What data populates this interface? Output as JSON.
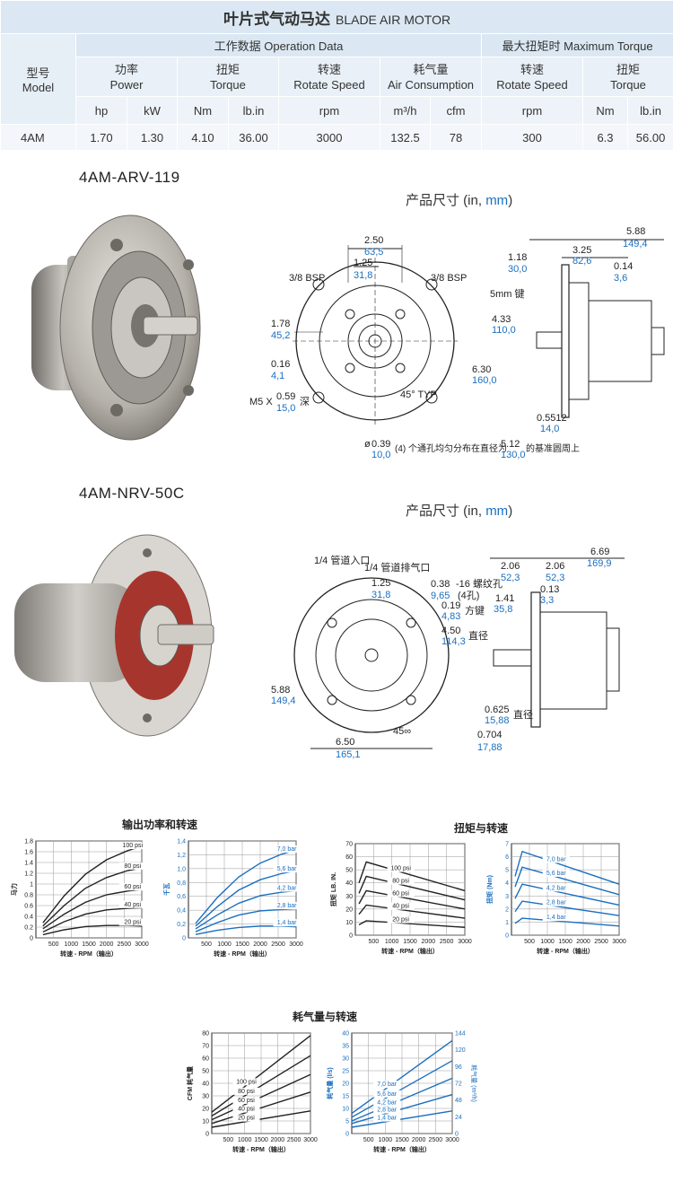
{
  "spec_table": {
    "title_zh": "叶片式气动马达",
    "title_en": "BLADE AIR MOTOR",
    "model_zh": "型号",
    "model_en": "Model",
    "operation_data": "工作数据 Operation Data",
    "max_torque": "最大扭矩时 Maximum Torque",
    "groups": [
      {
        "zh": "功率",
        "en": "Power"
      },
      {
        "zh": "扭矩",
        "en": "Torque"
      },
      {
        "zh": "转速",
        "en": "Rotate Speed"
      },
      {
        "zh": "耗气量",
        "en": "Air Consumption"
      },
      {
        "zh": "转速",
        "en": "Rotate Speed"
      },
      {
        "zh": "扭矩",
        "en": "Torque"
      }
    ],
    "units": [
      "hp",
      "kW",
      "Nm",
      "lb.in",
      "rpm",
      "m³/h",
      "cfm",
      "rpm",
      "Nm",
      "lb.in"
    ],
    "row": {
      "model": "4AM",
      "values": [
        "1.70",
        "1.30",
        "4.10",
        "36.00",
        "3000",
        "132.5",
        "78",
        "300",
        "6.3",
        "56.00"
      ]
    }
  },
  "models": [
    {
      "name": "4AM-ARV-119",
      "dim_label": "产品尺寸 (in, ",
      "dim_unit": "mm",
      "dim_close": ")",
      "front": {
        "w_in": "2.50",
        "w_mm": "63,5",
        "h_in": "1.25",
        "h_mm": "31,8",
        "port_l": "3/8 BSP",
        "port_r": "3/8 BSP",
        "d1_in": "1.78",
        "d1_mm": "45,2",
        "d2_in": "0.16",
        "d2_mm": "4,1",
        "m5": "M5 X",
        "m5_in": "0.59",
        "m5_mm": "15,0",
        "m5_deep": "深",
        "angle": "45° TYP",
        "note_prefix": "ø",
        "hole_in": "0.39",
        "hole_mm": "10,0",
        "note_mid": "(4) 个通孔均匀分布在直径为",
        "pcd_in": "5.12",
        "pcd_mm": "130,0",
        "note_end": "的基准圆周上"
      },
      "side": {
        "l_in": "5.88",
        "l_mm": "149,4",
        "a_in": "3.25",
        "a_mm": "82,6",
        "b_in": "1.18",
        "b_mm": "30,0",
        "c_in": "0.14",
        "c_mm": "3,6",
        "key": "5mm 键",
        "d1_in": "4.33",
        "d1_mm": "110,0",
        "d2_in": "6.30",
        "d2_mm": "160,0",
        "shaft_in": "0.5512",
        "shaft_mm": "14,0"
      }
    },
    {
      "name": "4AM-NRV-50C",
      "dim_label": "产品尺寸 (in, ",
      "dim_unit": "mm",
      "dim_close": ")",
      "front": {
        "inlet": "1/4 管道入口",
        "exhaust": "1/4 管道排气口",
        "h_in": "1.25",
        "h_mm": "31,8",
        "thread_in": "0.38",
        "thread_txt": "-16 螺纹孔",
        "thread_mm": "9,65",
        "thread_n": "(4孔)",
        "d_in": "5.88",
        "d_mm": "149,4",
        "w_in": "6.50",
        "w_mm": "165,1",
        "angle": "45∞"
      },
      "side": {
        "l_in": "6.69",
        "l_mm": "169,9",
        "a_in": "2.06",
        "a_mm": "52,3",
        "b_in": "2.06",
        "b_mm": "52,3",
        "c_in": "0.13",
        "c_mm": "3,3",
        "e_in": "1.41",
        "e_mm": "35,8",
        "key_in": "0.19",
        "key_mm": "4,83",
        "key_txt": "方键",
        "pilot_in": "4.50",
        "pilot_mm": "114,3",
        "pilot_txt": "直径",
        "shaft_in": "0.625",
        "shaft_mm": "15,88",
        "shaft_txt": "直径",
        "f_in": "0.704",
        "f_mm": "17,88"
      }
    }
  ],
  "chart_titles": {
    "power": "输出功率和转速",
    "torque": "扭矩与转速",
    "air": "耗气量与转速"
  },
  "chart_data": [
    {
      "type": "line",
      "ylabel": "马力",
      "xlabel": "转速 - RPM（输出）",
      "x_ticks": [
        500,
        1000,
        1500,
        2000,
        2500,
        3000
      ],
      "y_ticks": [
        "0",
        "0.2",
        "0.4",
        "0.6",
        "0.8",
        "1",
        "1.2",
        "1.4",
        "1.6",
        "1.8"
      ],
      "xlim": [
        0,
        3000
      ],
      "ylim": [
        0,
        1.8
      ],
      "color": "#222222",
      "series": [
        {
          "name": "100 psi",
          "x": [
            200,
            800,
            1400,
            2000,
            2600,
            3000
          ],
          "y": [
            0.28,
            0.78,
            1.18,
            1.45,
            1.62,
            1.7
          ]
        },
        {
          "name": "80 psi",
          "x": [
            200,
            800,
            1400,
            2000,
            2600,
            3000
          ],
          "y": [
            0.22,
            0.6,
            0.92,
            1.12,
            1.25,
            1.3
          ]
        },
        {
          "name": "60 psi",
          "x": [
            200,
            800,
            1400,
            2000,
            2600,
            3000
          ],
          "y": [
            0.17,
            0.44,
            0.66,
            0.8,
            0.87,
            0.9
          ]
        },
        {
          "name": "40 psi",
          "x": [
            200,
            800,
            1400,
            2000,
            2600,
            3000
          ],
          "y": [
            0.11,
            0.3,
            0.44,
            0.52,
            0.55,
            0.56
          ]
        },
        {
          "name": "20 psi",
          "x": [
            200,
            800,
            1400,
            2000,
            2600,
            3000
          ],
          "y": [
            0.06,
            0.15,
            0.21,
            0.23,
            0.23,
            0.22
          ]
        }
      ]
    },
    {
      "type": "line",
      "ylabel": "千瓦",
      "xlabel": "转速 - RPM（输出）",
      "x_ticks": [
        500,
        1000,
        1500,
        2000,
        2500,
        3000
      ],
      "y_ticks": [
        "0",
        "0,2",
        "0,4",
        "0,6",
        "0,8",
        "1,0",
        "1,2",
        "1,4"
      ],
      "xlim": [
        0,
        3000
      ],
      "ylim": [
        0,
        1.4
      ],
      "color": "#1a6fc0",
      "series": [
        {
          "name": "7,0 bar",
          "x": [
            200,
            800,
            1400,
            2000,
            2600,
            3000
          ],
          "y": [
            0.21,
            0.58,
            0.88,
            1.08,
            1.21,
            1.27
          ]
        },
        {
          "name": "5,6 bar",
          "x": [
            200,
            800,
            1400,
            2000,
            2600,
            3000
          ],
          "y": [
            0.17,
            0.45,
            0.69,
            0.84,
            0.93,
            0.97
          ]
        },
        {
          "name": "4,2 bar",
          "x": [
            200,
            800,
            1400,
            2000,
            2600,
            3000
          ],
          "y": [
            0.13,
            0.33,
            0.5,
            0.61,
            0.66,
            0.68
          ]
        },
        {
          "name": "2,8 bar",
          "x": [
            200,
            800,
            1400,
            2000,
            2600,
            3000
          ],
          "y": [
            0.09,
            0.22,
            0.33,
            0.39,
            0.41,
            0.42
          ]
        },
        {
          "name": "1,4 bar",
          "x": [
            200,
            800,
            1400,
            2000,
            2600,
            3000
          ],
          "y": [
            0.05,
            0.11,
            0.15,
            0.17,
            0.17,
            0.16
          ]
        }
      ]
    },
    {
      "type": "line",
      "ylabel": "扭矩 LB. IN.",
      "xlabel": "转速 - RPM（输出）",
      "x_ticks": [
        500,
        1000,
        1500,
        2000,
        2500,
        3000
      ],
      "y_ticks": [
        "0",
        "10",
        "20",
        "30",
        "40",
        "50",
        "60",
        "70"
      ],
      "xlim": [
        0,
        3000
      ],
      "ylim": [
        0,
        70
      ],
      "color": "#222222",
      "series": [
        {
          "name": "100 psi",
          "x": [
            100,
            300,
            3000
          ],
          "y": [
            40,
            56,
            34
          ]
        },
        {
          "name": "80 psi",
          "x": [
            100,
            300,
            3000
          ],
          "y": [
            32,
            45,
            27
          ]
        },
        {
          "name": "60 psi",
          "x": [
            100,
            300,
            3000
          ],
          "y": [
            24,
            34,
            20
          ]
        },
        {
          "name": "40 psi",
          "x": [
            100,
            300,
            3000
          ],
          "y": [
            16,
            23,
            13
          ]
        },
        {
          "name": "20 psi",
          "x": [
            100,
            300,
            3000
          ],
          "y": [
            8,
            11,
            6
          ]
        }
      ]
    },
    {
      "type": "line",
      "ylabel": "扭矩 (Nm)",
      "xlabel": "转速 - RPM（输出）",
      "x_ticks": [
        500,
        1000,
        1500,
        2000,
        2500,
        3000
      ],
      "y_ticks": [
        "0",
        "1",
        "2",
        "3",
        "4",
        "5",
        "6",
        "7"
      ],
      "xlim": [
        0,
        3000
      ],
      "ylim": [
        0,
        7
      ],
      "color": "#1a6fc0",
      "series": [
        {
          "name": "7,0 bar",
          "x": [
            100,
            300,
            3000
          ],
          "y": [
            4.5,
            6.4,
            3.9
          ]
        },
        {
          "name": "5,6 bar",
          "x": [
            100,
            300,
            3000
          ],
          "y": [
            3.7,
            5.2,
            3.1
          ]
        },
        {
          "name": "4,2 bar",
          "x": [
            100,
            300,
            3000
          ],
          "y": [
            2.8,
            3.9,
            2.3
          ]
        },
        {
          "name": "2,8 bar",
          "x": [
            100,
            300,
            3000
          ],
          "y": [
            1.8,
            2.6,
            1.5
          ]
        },
        {
          "name": "1,4 bar",
          "x": [
            100,
            300,
            3000
          ],
          "y": [
            0.9,
            1.3,
            0.7
          ]
        }
      ]
    },
    {
      "type": "line",
      "ylabel": "CFM 耗气量",
      "xlabel": "转速 - RPM（输出）",
      "x_ticks": [
        500,
        1000,
        1500,
        2000,
        2500,
        3000
      ],
      "y_ticks": [
        "0",
        "10",
        "20",
        "30",
        "40",
        "50",
        "60",
        "70",
        "80"
      ],
      "xlim": [
        0,
        3000
      ],
      "ylim": [
        0,
        80
      ],
      "color": "#222222",
      "series": [
        {
          "name": "100 psi",
          "x": [
            0,
            3000
          ],
          "y": [
            17,
            78
          ]
        },
        {
          "name": "80 psi",
          "x": [
            0,
            3000
          ],
          "y": [
            14,
            62
          ]
        },
        {
          "name": "60 psi",
          "x": [
            0,
            3000
          ],
          "y": [
            11,
            47
          ]
        },
        {
          "name": "40 psi",
          "x": [
            0,
            3000
          ],
          "y": [
            8,
            33
          ]
        },
        {
          "name": "20 psi",
          "x": [
            0,
            3000
          ],
          "y": [
            5,
            18
          ]
        }
      ]
    },
    {
      "type": "line",
      "ylabel": "耗气量 (l/s)",
      "y2label": "耗气量 (m³/h)",
      "xlabel": "转速 - RPM（输出）",
      "x_ticks": [
        500,
        1000,
        1500,
        2000,
        2500,
        3000
      ],
      "y_ticks": [
        "0",
        "5",
        "10",
        "15",
        "20",
        "25",
        "30",
        "35",
        "40"
      ],
      "y2_ticks": [
        "0",
        "24",
        "48",
        "72",
        "96",
        "120",
        "144"
      ],
      "xlim": [
        0,
        3000
      ],
      "ylim": [
        0,
        40
      ],
      "color": "#1a6fc0",
      "series": [
        {
          "name": "7,0 bar",
          "x": [
            0,
            3000
          ],
          "y": [
            8,
            37
          ]
        },
        {
          "name": "5,6 bar",
          "x": [
            0,
            3000
          ],
          "y": [
            6.5,
            29
          ]
        },
        {
          "name": "4,2 bar",
          "x": [
            0,
            3000
          ],
          "y": [
            5,
            22
          ]
        },
        {
          "name": "2,8 bar",
          "x": [
            0,
            3000
          ],
          "y": [
            4,
            15.5
          ]
        },
        {
          "name": "1,4 bar",
          "x": [
            0,
            3000
          ],
          "y": [
            2.5,
            9
          ]
        }
      ]
    }
  ],
  "colors": {
    "blue": "#1a6fc0",
    "header": "#dbe8f3"
  }
}
